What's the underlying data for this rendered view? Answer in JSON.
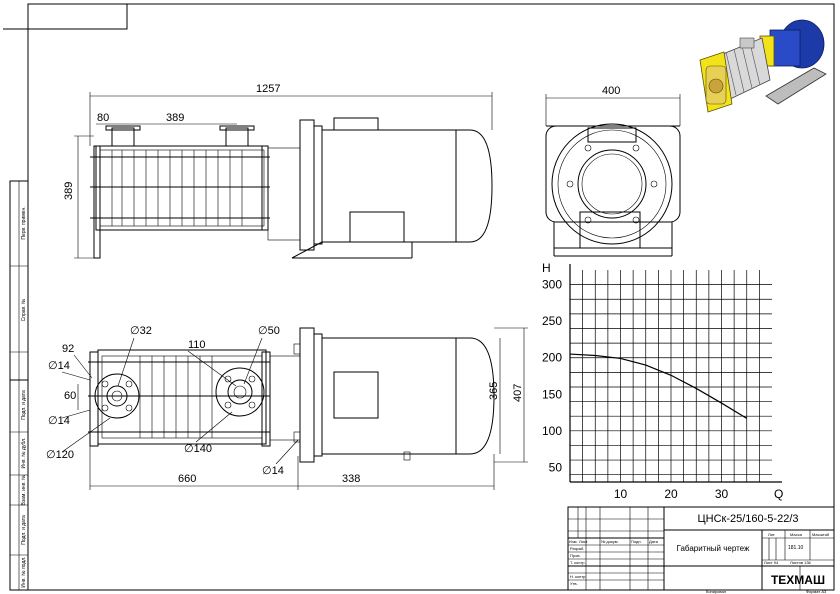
{
  "dimensions": {
    "top_total_length": "1257",
    "top_flange_offset": "80",
    "top_flange_spacing": "389",
    "top_height": "389",
    "side_width": "400",
    "bottom_92": "92",
    "bottom_d14_a": "∅14",
    "bottom_60": "60",
    "bottom_d14_b": "∅14",
    "bottom_d120": "∅120",
    "bottom_d32": "∅32",
    "bottom_110": "110",
    "bottom_d50": "∅50",
    "bottom_d140": "∅140",
    "bottom_d14_c": "∅14",
    "bottom_660": "660",
    "bottom_338": "338",
    "bottom_365": "365",
    "bottom_407": "407"
  },
  "margin_labels": [
    "Перв. примен.",
    "Справ. №",
    "Подп. и дата",
    "Инв. № дубл.",
    "Взам. инв. №",
    "Подп. и дата",
    "Инв. № подл."
  ],
  "chart_data": {
    "type": "line",
    "xlabel": "Q",
    "ylabel": "H",
    "x_ticks": [
      10,
      20,
      30
    ],
    "y_ticks": [
      50,
      100,
      150,
      200,
      250,
      300
    ],
    "xlim": [
      0,
      40
    ],
    "ylim": [
      30,
      320
    ],
    "grid": true,
    "series": [
      {
        "x": [
          0,
          5,
          10,
          15,
          20,
          25,
          30,
          35
        ],
        "y": [
          205,
          203,
          199,
          190,
          176,
          158,
          138,
          117
        ]
      }
    ]
  },
  "title_block": {
    "designation": "ЦНСк-25/160-5-22/3",
    "doc_title": "Габаритный чертеж",
    "company": "ТЕХМАШ",
    "rows": [
      "Изм.",
      "Лист",
      "№ докум.",
      "Подп.",
      "Дата"
    ],
    "roles": [
      "Разраб.",
      "Пров.",
      "Т. контр.",
      "",
      "Н. контр.",
      "Утв."
    ],
    "lit_label": "Лит.",
    "mass_label": "Масса",
    "scale_label": "Масштаб",
    "mass_value": "181.10",
    "sheet": "Лист 94",
    "sheets": "Листов 136",
    "copied": "Копировал",
    "format": "Формат А3"
  }
}
